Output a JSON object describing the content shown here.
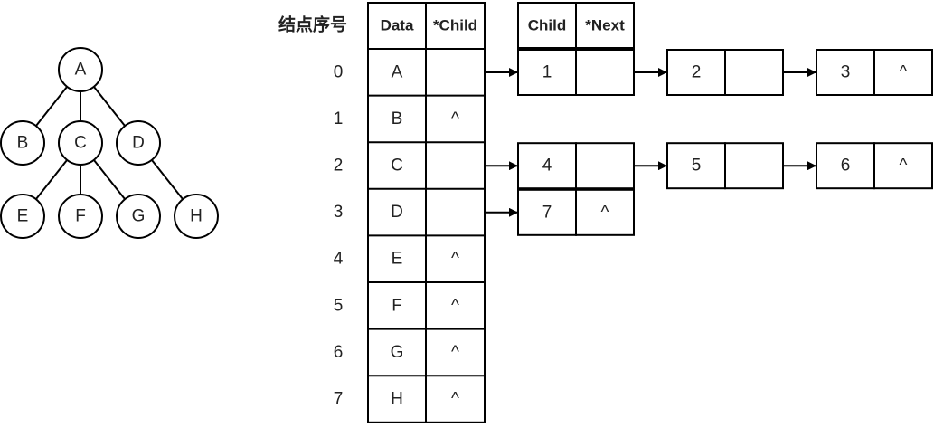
{
  "tree": {
    "nodes": [
      {
        "id": "A",
        "label": "A"
      },
      {
        "id": "B",
        "label": "B"
      },
      {
        "id": "C",
        "label": "C"
      },
      {
        "id": "D",
        "label": "D"
      },
      {
        "id": "E",
        "label": "E"
      },
      {
        "id": "F",
        "label": "F"
      },
      {
        "id": "G",
        "label": "G"
      },
      {
        "id": "H",
        "label": "H"
      }
    ],
    "edges": [
      [
        "A",
        "B"
      ],
      [
        "A",
        "C"
      ],
      [
        "A",
        "D"
      ],
      [
        "C",
        "E"
      ],
      [
        "C",
        "F"
      ],
      [
        "C",
        "G"
      ],
      [
        "D",
        "H"
      ]
    ]
  },
  "table": {
    "index_header": "结点序号",
    "data_header": "Data",
    "child_header": "*Child",
    "rows": [
      {
        "index": "0",
        "data": "A",
        "child": ""
      },
      {
        "index": "1",
        "data": "B",
        "child": "^"
      },
      {
        "index": "2",
        "data": "C",
        "child": ""
      },
      {
        "index": "3",
        "data": "D",
        "child": ""
      },
      {
        "index": "4",
        "data": "E",
        "child": "^"
      },
      {
        "index": "5",
        "data": "F",
        "child": "^"
      },
      {
        "index": "6",
        "data": "G",
        "child": "^"
      },
      {
        "index": "7",
        "data": "H",
        "child": "^"
      }
    ]
  },
  "list_header": {
    "child": "Child",
    "next": "*Next"
  },
  "child_lists": [
    {
      "row": 0,
      "nodes": [
        {
          "child": "1",
          "next": ""
        },
        {
          "child": "2",
          "next": ""
        },
        {
          "child": "3",
          "next": "^"
        }
      ]
    },
    {
      "row": 2,
      "nodes": [
        {
          "child": "4",
          "next": ""
        },
        {
          "child": "5",
          "next": ""
        },
        {
          "child": "6",
          "next": "^"
        }
      ]
    },
    {
      "row": 3,
      "nodes": [
        {
          "child": "7",
          "next": "^"
        }
      ]
    }
  ]
}
